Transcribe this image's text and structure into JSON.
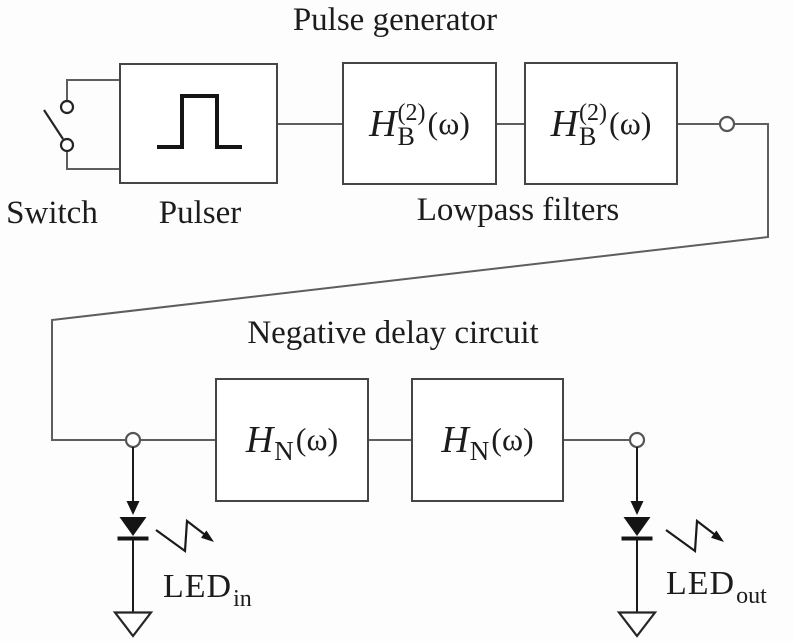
{
  "figure": {
    "pulse_generator_title": "Pulse generator",
    "negative_delay_title": "Negative delay circuit",
    "switch_label": "Switch",
    "pulser_label": "Pulser",
    "lowpass_label": "Lowpass filters",
    "lowpass_block": {
      "base": "H",
      "sup": "(2)",
      "sub": "B",
      "arg": "(ω)"
    },
    "delay_block": {
      "base": "H",
      "sub": "N",
      "arg": "(ω)"
    },
    "led_in": {
      "base": "LED",
      "sub": "in"
    },
    "led_out": {
      "base": "LED",
      "sub": "out"
    },
    "icons": {
      "switch": "switch-icon",
      "pulse_waveform": "pulse-waveform-icon",
      "terminal_node": "terminal-node-icon",
      "led": "led-diode-icon",
      "light_emission": "light-emission-arrow-icon",
      "ground": "ground-icon"
    },
    "colors": {
      "background": "#fdfdfd",
      "wire": "#5e5e5e",
      "box_border": "#454545",
      "symbol": "#141414",
      "text": "#1c1c1c"
    }
  }
}
